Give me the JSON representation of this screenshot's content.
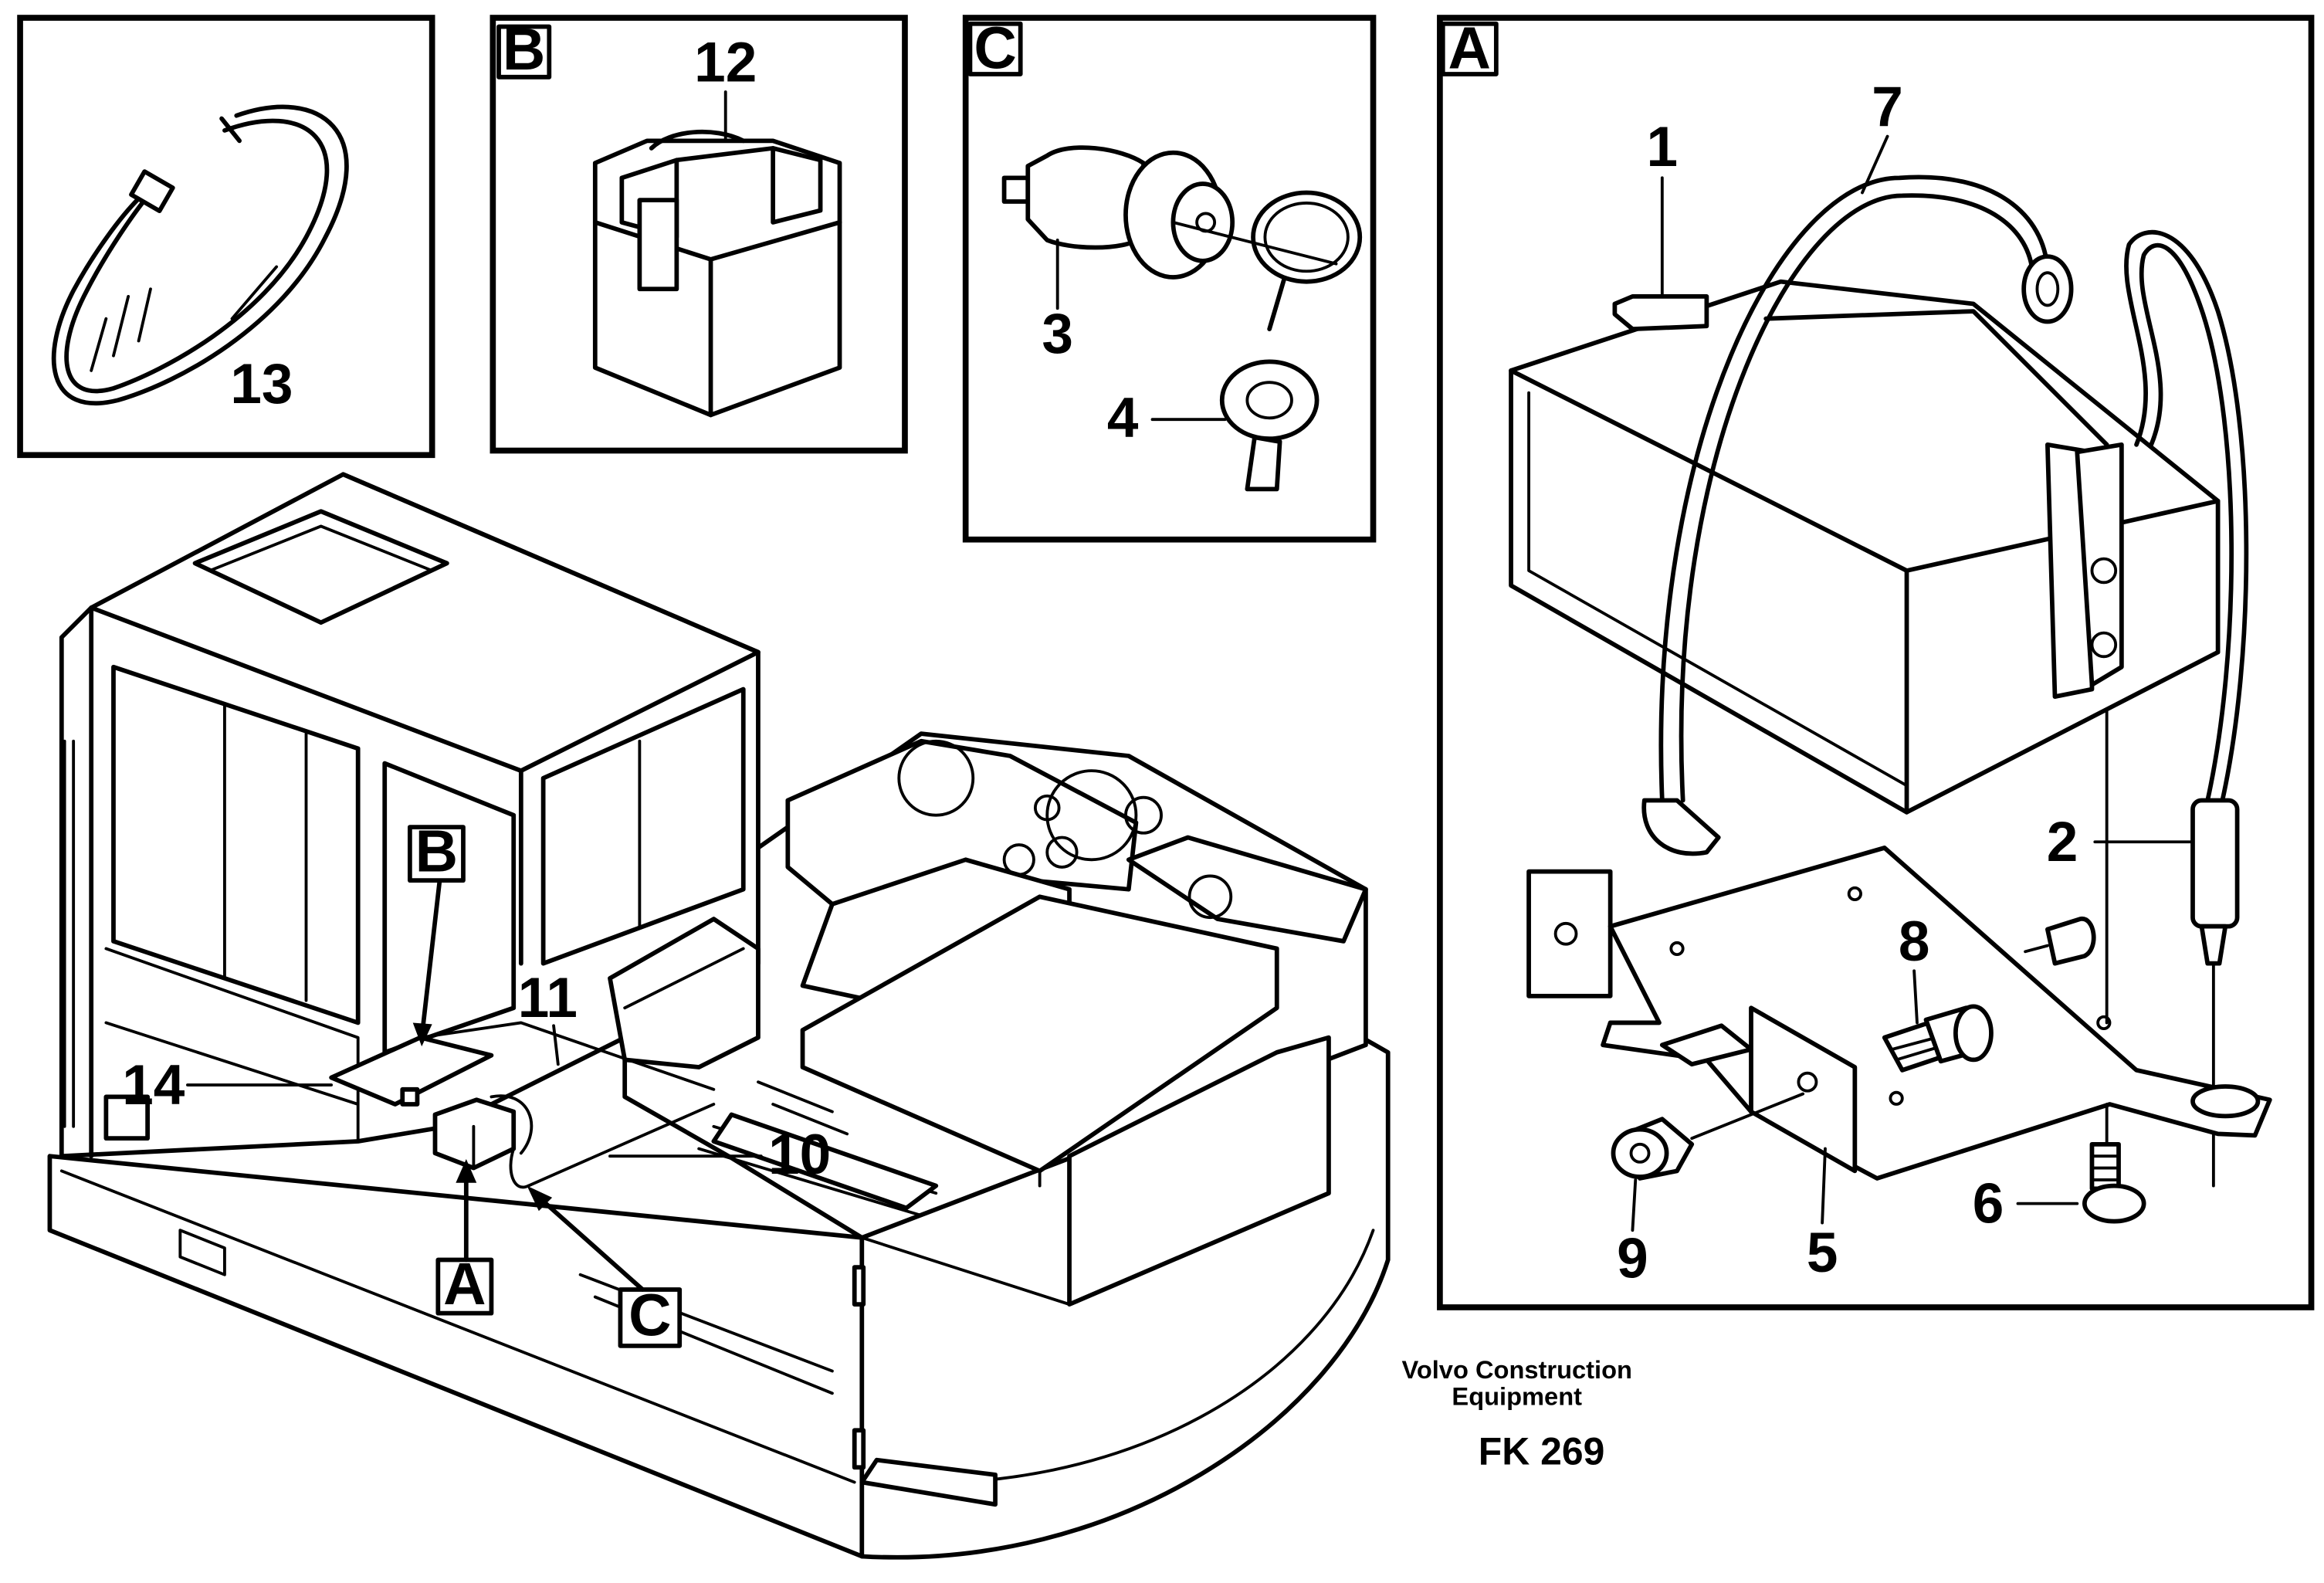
{
  "panels": {
    "ring": {
      "part_number": "13"
    },
    "b": {
      "letter": "B",
      "part_number": "12"
    },
    "c": {
      "letter": "C",
      "part_numbers": [
        "3",
        "4"
      ]
    },
    "a": {
      "letter": "A",
      "part_numbers": [
        "1",
        "7",
        "2",
        "8",
        "6",
        "9",
        "5"
      ]
    }
  },
  "machine": {
    "callouts": [
      "14",
      "11",
      "10"
    ],
    "markers": [
      "B",
      "A",
      "C"
    ]
  },
  "footer": {
    "credit_line1": "Volvo Construction",
    "credit_line2": "Equipment",
    "code": "FK 269"
  }
}
